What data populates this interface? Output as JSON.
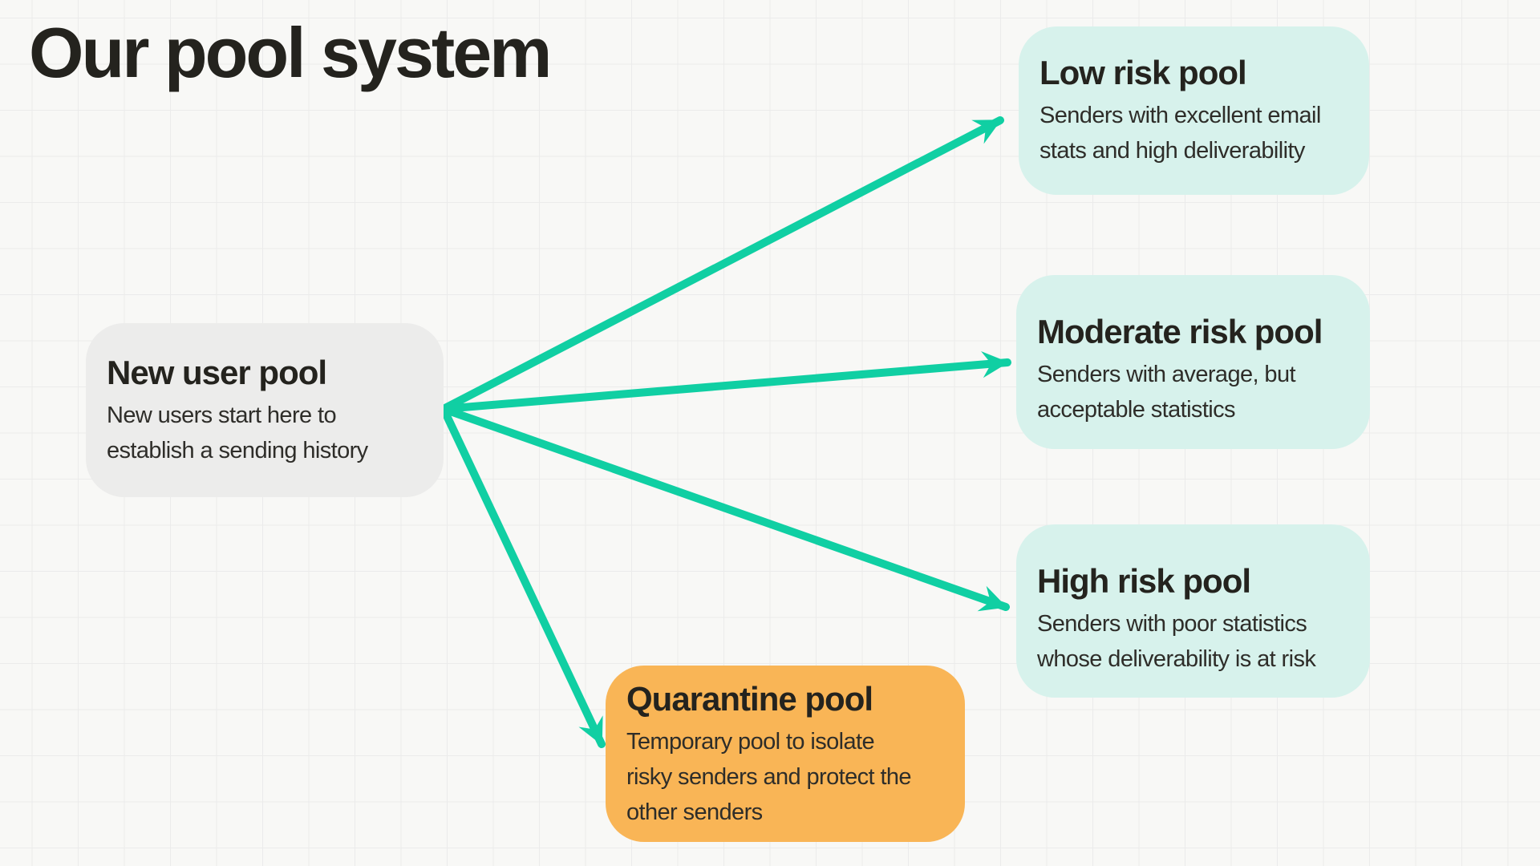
{
  "title": "Our pool system",
  "colors": {
    "background": "#f8f8f6",
    "grid_line": "#ebebeb",
    "arrow_teal": "#10cfa3",
    "node_neutral_gray": "#ececeb",
    "node_mint": "#d7f2ec",
    "node_orange": "#f9b556",
    "text_dark": "#24231e"
  },
  "nodes": [
    {
      "id": "new-user-pool",
      "heading": "New user pool",
      "body": "New users start here to\nestablish a sending history",
      "color_role": "neutral"
    },
    {
      "id": "low-risk-pool",
      "heading": "Low risk pool",
      "body": "Senders with excellent email\nstats and high deliverability",
      "color_role": "mint"
    },
    {
      "id": "moderate-risk-pool",
      "heading": "Moderate risk pool",
      "body": "Senders with average, but\nacceptable statistics",
      "color_role": "mint"
    },
    {
      "id": "high-risk-pool",
      "heading": "High risk pool",
      "body": "Senders with poor statistics\nwhose deliverability is at risk",
      "color_role": "mint"
    },
    {
      "id": "quarantine-pool",
      "heading": "Quarantine pool",
      "body": "Temporary pool to isolate\nrisky senders and protect the\nother senders",
      "color_role": "orange"
    }
  ],
  "arrows": [
    {
      "from": "new-user-pool",
      "to": "low-risk-pool"
    },
    {
      "from": "new-user-pool",
      "to": "moderate-risk-pool"
    },
    {
      "from": "new-user-pool",
      "to": "high-risk-pool"
    },
    {
      "from": "new-user-pool",
      "to": "quarantine-pool"
    }
  ]
}
